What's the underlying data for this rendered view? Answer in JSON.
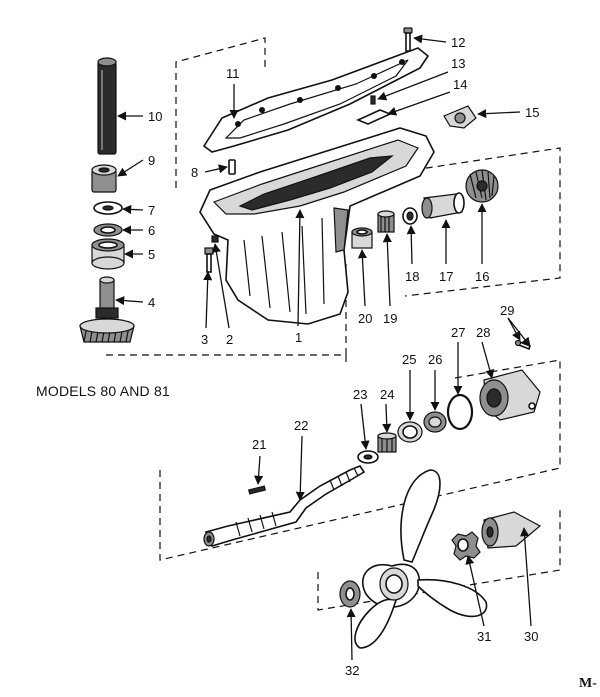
{
  "caption": "MODELS 80 AND 81",
  "plate_label": "M-",
  "callouts": [
    "1",
    "2",
    "3",
    "4",
    "5",
    "6",
    "7",
    "8",
    "9",
    "10",
    "11",
    "12",
    "13",
    "14",
    "15",
    "16",
    "17",
    "18",
    "19",
    "20",
    "21",
    "22",
    "23",
    "24",
    "25",
    "26",
    "27",
    "28",
    "29",
    "30",
    "31",
    "32"
  ]
}
